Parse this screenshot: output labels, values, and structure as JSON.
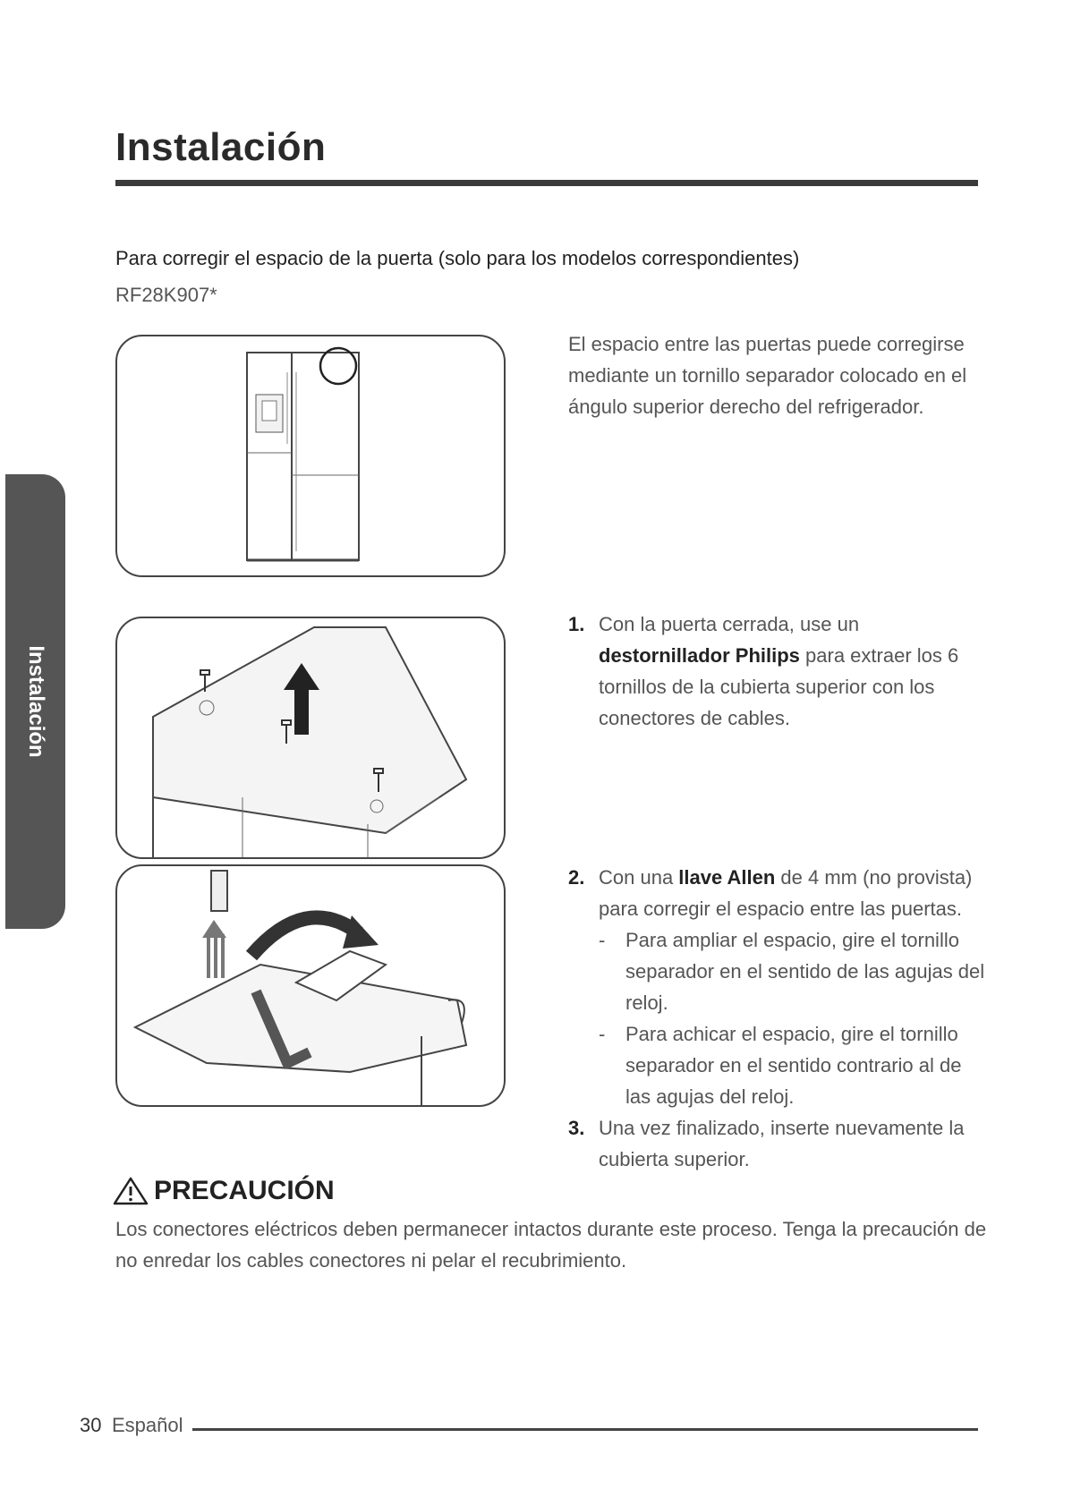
{
  "header": {
    "title": "Instalación"
  },
  "side_tab": {
    "label": "Instalación"
  },
  "section": {
    "heading": "Para corregir el espacio de la puerta (solo para los modelos correspondientes)",
    "model": "RF28K907*"
  },
  "intro": {
    "lines": [
      "El espacio entre las puertas puede corregirse",
      "mediante un tornillo separador colocado en el",
      "ángulo superior derecho del refrigerador."
    ]
  },
  "step1": {
    "num": "1.",
    "pre": "Con la puerta cerrada, use un ",
    "bold": "destornillador Philips",
    "post": " para extraer los 6 tornillos de la cubierta superior con los conectores de cables."
  },
  "step2": {
    "num": "2.",
    "pre": "Con una ",
    "bold": "llave Allen",
    "post": " de 4 mm (no provista) para corregir el espacio entre las puertas.",
    "sub": [
      {
        "dash": "-",
        "text": "Para ampliar el espacio, gire el tornillo separador en el sentido de las agujas del reloj."
      },
      {
        "dash": "-",
        "text": "Para achicar el espacio, gire el tornillo separador en el sentido contrario al de las agujas del reloj."
      }
    ]
  },
  "step3": {
    "num": "3.",
    "text": "Una vez finalizado, inserte nuevamente la cubierta superior."
  },
  "caution": {
    "icon": "warning-triangle-icon",
    "title": "PRECAUCIÓN",
    "text": "Los conectores eléctricos deben permanecer intactos durante este proceso. Tenga la precaución de no enredar los cables conectores ni pelar el recubrimiento."
  },
  "footer": {
    "page": "30",
    "language": "Español"
  }
}
